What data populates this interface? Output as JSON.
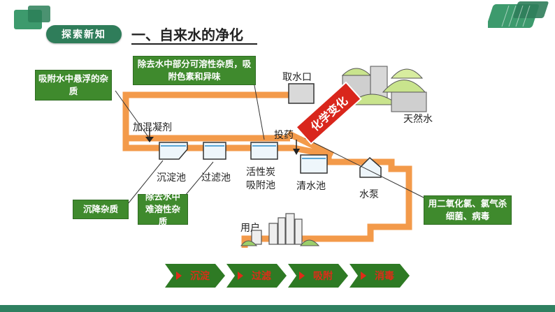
{
  "header": {
    "badge": "探索新知",
    "title": "一、自来水的净化"
  },
  "callouts": {
    "adsorb_suspended": "吸附水中悬浮的杂质",
    "remove_soluble_color": "除去水中部分可溶性杂质，吸附色素和异味",
    "settle": "沉降杂质",
    "remove_insoluble": "除去水中难溶性杂质",
    "disinfect": "用二氧化氯、氯气杀细菌、病毒"
  },
  "diagram": {
    "water_intake": "取水口",
    "natural_water": "天然水",
    "coagulant": "加混凝剂",
    "dosing": "投药",
    "sedimentation_tank": "沉淀池",
    "filter_tank": "过滤池",
    "carbon_tank_line1": "活性炭",
    "carbon_tank_line2": "吸附池",
    "clear_water_tank": "清水池",
    "pump": "水泵",
    "users": "用户",
    "stamp": "化学变化"
  },
  "steps": [
    "沉淀",
    "过滤",
    "吸附",
    "消毒"
  ],
  "colors": {
    "accent_green": "#3f8a2d",
    "header_green": "#2f7d5a",
    "pipe_orange": "#f39a4a",
    "stamp_red": "#d9261c",
    "step_text_red": "#e02b18"
  }
}
